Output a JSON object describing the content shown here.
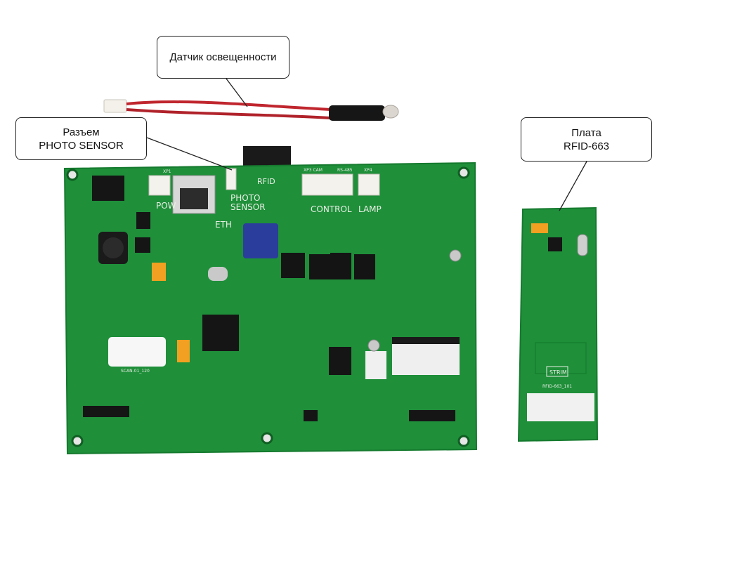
{
  "callouts": {
    "light_sensor": "Датчик освещенности",
    "photo_connector": {
      "line1": "Разъем",
      "line2": "PHOTO SENSOR"
    },
    "rfid_board": {
      "line1": "Плата",
      "line2": "RFID-663"
    }
  },
  "main_board": {
    "labels": {
      "rfid": "RFID",
      "photo_sensor_1": "PHOTO",
      "photo_sensor_2": "SENSOR",
      "control": "CONTROL",
      "lamp": "LAMP",
      "pow": "POW",
      "eth": "ETH",
      "xp1": "XP1",
      "xp3_cam": "XP3 CAM",
      "rs485": "RS-485",
      "xp4": "XP4",
      "model": "SCAN-01_120"
    }
  },
  "rfid_board": {
    "labels": {
      "logo": "STRIM",
      "model": "RFID-663_101"
    }
  },
  "colors": {
    "pcb_green": "#1f8f3a",
    "pcb_dark": "#157a2e",
    "silkscreen": "#e8efe4",
    "wire_red": "#c0262e"
  }
}
